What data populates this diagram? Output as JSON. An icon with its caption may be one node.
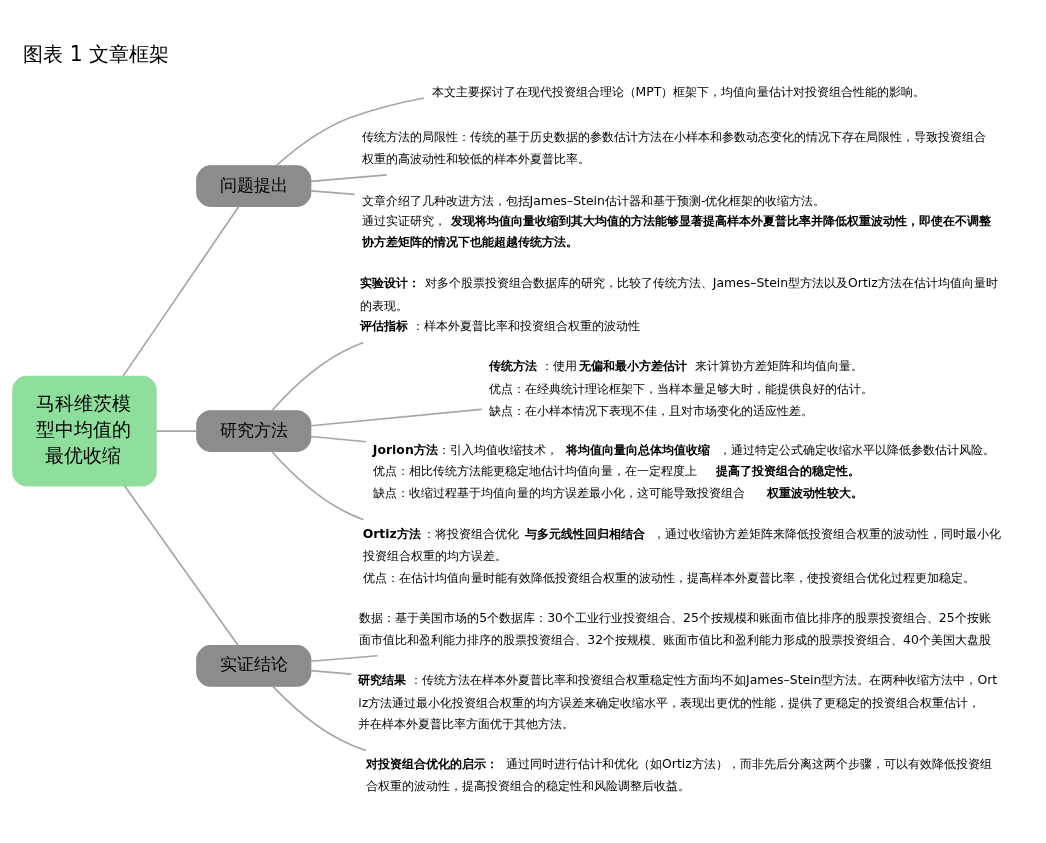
{
  "diagram": {
    "title": "图表 1 文章框架",
    "nodes": [
      {
        "text": [
          "马科维茨模型中均值的最优收缩"
        ]
      },
      {
        "text": [
          "问题提出"
        ]
      },
      {
        "text": [
          "本文主要探讨了在现代投资组合理论（MPT）框架下，均值向量估计对投资组合性能的影响。"
        ]
      },
      {
        "text": [
          "传统方法的局限性：传统的基于历史数据的参数估计方法在小样本和参数动态变化的情况下存在局限性，导致投资组合权重的高波动性和较低的样本外夏普比率。"
        ]
      },
      {
        "text": [
          "文章介绍了几种改进方法，包括James–Stein估计器和基于预测-优化框架的收缩方法。",
          "通过实证研究，**发现将均值向量收缩到其大均值的方法能够显著提高样本外夏普比率并降低权重波动性，即使在不调整协方差矩阵的情况下也能超越传统方法。**"
        ]
      },
      {
        "text": [
          "研究方法"
        ]
      },
      {
        "text": [
          "**实验设计：**对多个股票投资组合数据库的研究，比较了传统方法、James–Stein型方法以及Ortiz方法在估计均值向量时的表现。",
          "**评估指标**：样本外夏普比率和投资组合权重的波动性"
        ]
      },
      {
        "text": [
          "**传统方法**：使用**无偏和最小方差估计**来计算协方差矩阵和均值向量。",
          "优点：在经典统计理论框架下，当样本量足够大时，能提供良好的估计。",
          "缺点：在小样本情况下表现不佳，且对市场变化的适应性差。"
        ]
      },
      {
        "text": [
          "**Jorion方法**：引入均值收缩技术，**将均值向量向总体均值收缩**，通过特定公式确定收缩水平以降低参数估计风险。",
          "优点：相比传统方法能更稳定地估计均值向量，在一定程度上**提高了投资组合的稳定性。**",
          "缺点：收缩过程基于均值向量的均方误差最小化，这可能导致投资组合**权重波动性较大。**"
        ]
      },
      {
        "text": [
          "**Ortiz方法**：将投资组合优化**与多元线性回归相结合**，通过收缩协方差矩阵来降低投资组合权重的波动性，同时最小化投资组合权重的均方误差。",
          "优点：在估计均值向量时能有效降低投资组合权重的波动性，提高样本外夏普比率，使投资组合优化过程更加稳定。"
        ]
      },
      {
        "text": [
          "实证结论"
        ]
      },
      {
        "text": [
          "数据：基于美国市场的5个数据库：30个工业行业投资组合、25个按规模和账面市值比排序的股票投资组合、25个按账面市值比和盈利能力排序的股票投资组合、32个按规模、账面市值比和盈利能力形成的股票投资组合、40个美国大盘股"
        ]
      },
      {
        "text": [
          "**研究结果**：传统方法在样本外夏普比率和投资组合权重稳定性方面均不如James–Stein型方法。在两种收缩方法中，Ortiz方法通过最小化投资组合权重的均方误差来确定收缩水平，表现出更优的性能，提供了更稳定的投资组合权重估计，并在样本外夏普比率方面优于其他方法。"
        ]
      },
      {
        "text": [
          "**对投资组合优化的启示：**通过同时进行估计和优化（如Ortiz方法），而非先后分离这两个步骤，可以有效降低投资组合权重的波动性，提高投资组合的稳定性和风险调整后收益。"
        ]
      }
    ],
    "edges": [
      {
        "from": 0,
        "to": 1,
        "arrow": "none"
      },
      {
        "from": 0,
        "to": 5,
        "arrow": "none"
      },
      {
        "from": 0,
        "to": 10,
        "arrow": "none"
      },
      {
        "from": 1,
        "to": 2,
        "arrow": "none"
      },
      {
        "from": 1,
        "to": 3,
        "arrow": "none"
      },
      {
        "from": 1,
        "to": 4,
        "arrow": "none"
      },
      {
        "from": 5,
        "to": 6,
        "arrow": "none"
      },
      {
        "from": 5,
        "to": 7,
        "arrow": "none"
      },
      {
        "from": 5,
        "to": 8,
        "arrow": "none"
      },
      {
        "from": 5,
        "to": 9,
        "arrow": "none"
      },
      {
        "from": 10,
        "to": 11,
        "arrow": "none"
      },
      {
        "from": 10,
        "to": 12,
        "arrow": "none"
      },
      {
        "from": 10,
        "to": 13,
        "arrow": "none"
      }
    ]
  }
}
